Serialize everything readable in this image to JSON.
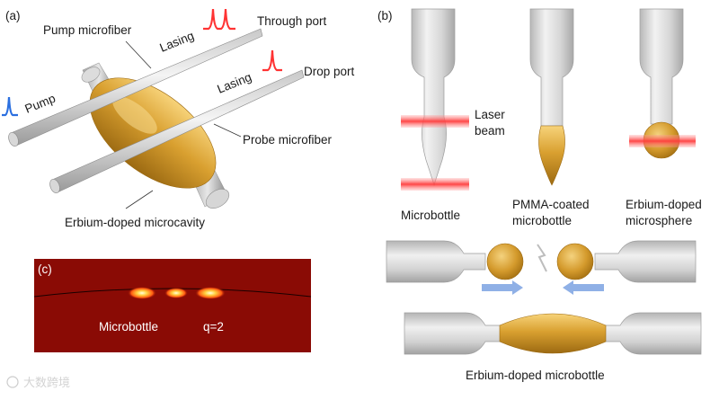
{
  "panel_a": {
    "label": "(a)",
    "pump_microfiber": "Pump microfiber",
    "lasing_top": "Lasing",
    "through_port": "Through port",
    "lasing_mid": "Lasing",
    "drop_port": "Drop port",
    "pump": "Pump",
    "probe_microfiber": "Probe microfiber",
    "cavity": "Erbium-doped microcavity"
  },
  "panel_b": {
    "label": "(b)",
    "laser_beam_1": "Laser",
    "laser_beam_2": "beam",
    "microbottle": "Microbottle",
    "pmma_1": "PMMA-coated",
    "pmma_2": "microbottle",
    "er_sphere_1": "Erbium-doped",
    "er_sphere_2": "microsphere",
    "final": "Erbium-doped microbottle"
  },
  "panel_c": {
    "label": "(c)",
    "mode_name": "Microbottle",
    "q_label": "q=2"
  },
  "watermark": "大数跨境",
  "colors": {
    "gold": "#d9a030",
    "glass": "#d4d4d4",
    "laser_red": "#ff4d4d",
    "pump_blue": "#2a6fe0",
    "arrow_blue": "#8fb0e6",
    "heatmap_bg": "#8a0b05"
  }
}
